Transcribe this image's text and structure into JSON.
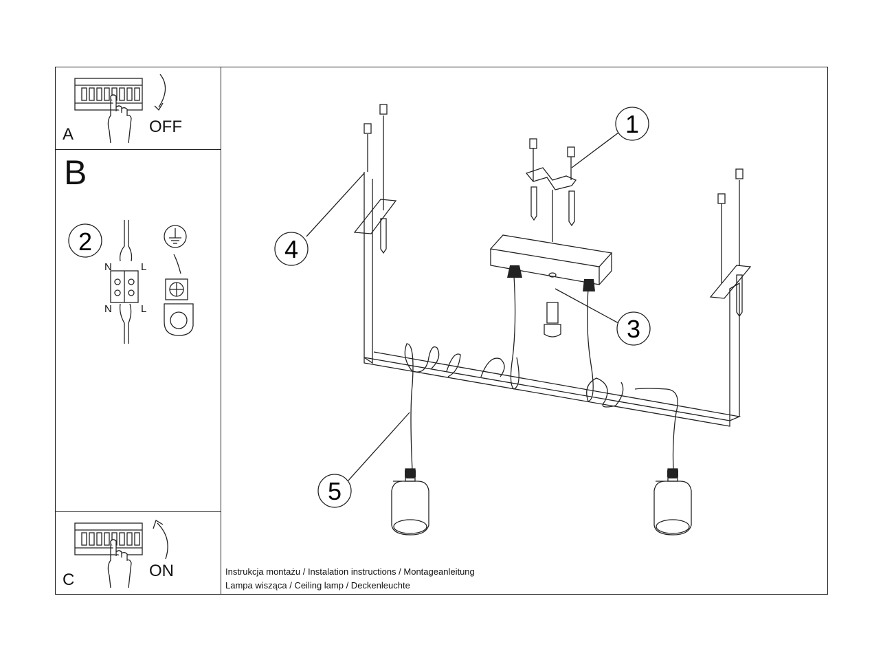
{
  "panels": {
    "a": {
      "letter": "A",
      "state": "OFF"
    },
    "b": {
      "letter": "B",
      "step_number": "2",
      "wire_labels": {
        "top_n": "N",
        "top_l": "L",
        "bottom_n": "N",
        "bottom_l": "L"
      }
    },
    "c": {
      "letter": "C",
      "state": "ON"
    }
  },
  "callouts": [
    {
      "id": 1,
      "text": "1"
    },
    {
      "id": 3,
      "text": "3"
    },
    {
      "id": 4,
      "text": "4"
    },
    {
      "id": 5,
      "text": "5"
    }
  ],
  "caption": {
    "line1": "Instrukcja montażu / Instalation instructions / Montageanleitung",
    "line2": "Lampa wisząca / Ceiling lamp / Deckenleuchte"
  },
  "icons": [
    "circuit-breaker-icon",
    "hand-icon",
    "arrow-down-icon",
    "arrow-up-icon",
    "ground-symbol-icon",
    "terminal-block-icon"
  ]
}
